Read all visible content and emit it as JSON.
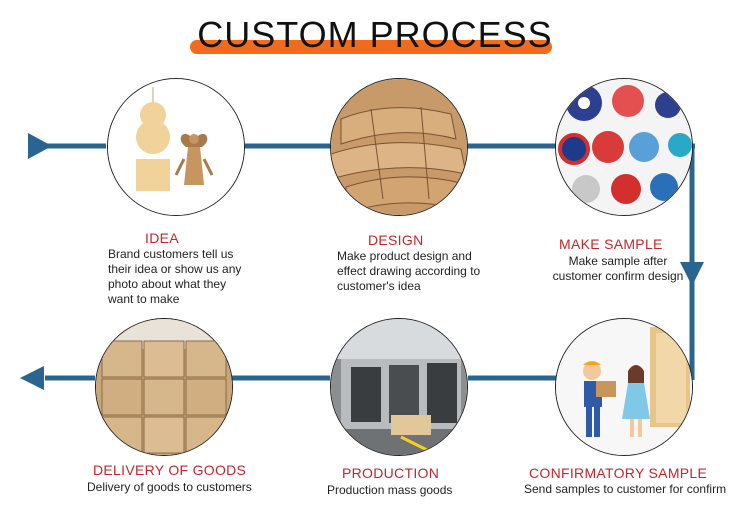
{
  "header": {
    "title": "CUSTOM PROCESS"
  },
  "steps": [
    {
      "title": "IDEA",
      "description": "Brand customers tell us their idea or show us any photo about what they want to make"
    },
    {
      "title": "DESIGN",
      "description": "Make product design and effect drawing according to customer's idea"
    },
    {
      "title": "MAKE SAMPLE",
      "description": "Make sample after customer confirm design"
    },
    {
      "title": "CONFIRMATORY SAMPLE",
      "description": "Send samples to customer for confirm"
    },
    {
      "title": "PRODUCTION",
      "description": "Production mass goods"
    },
    {
      "title": "DELIVERY OF GOODS",
      "description": "Delivery of goods to customers"
    }
  ],
  "colors": {
    "flow_line": "#2a6490",
    "title_bar": "#f26a1b",
    "step_title": "#c3262a"
  }
}
